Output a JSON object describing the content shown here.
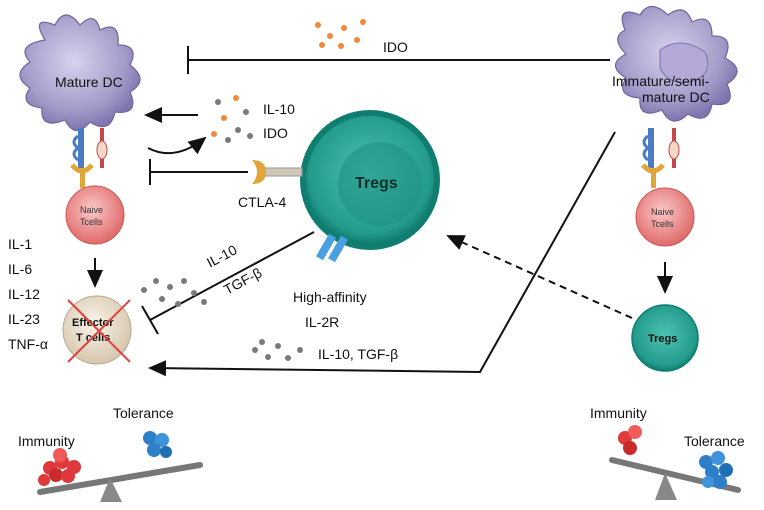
{
  "labels": {
    "mature_dc": "Mature DC",
    "immature_dc_line1": "Immature/semi-",
    "immature_dc_line2": "mature DC",
    "naive_left_1": "Naive",
    "naive_left_2": "Tcells",
    "naive_right_1": "Naive",
    "naive_right_2": "Tcells",
    "tregs_big": "Tregs",
    "tregs_small": "Tregs",
    "effector_1": "Effector",
    "effector_2": "T cells",
    "ido_top": "IDO",
    "il10_upper": "IL-10",
    "ido_upper": "IDO",
    "ctla4": "CTLA-4",
    "il10_mid": "IL-10",
    "tgfb_mid": "TGF-β",
    "high_affinity": "High-affinity",
    "il2r": "IL-2R",
    "il10_tgfb_bottom": "IL-10, TGF-β",
    "cytokines": [
      "IL-1",
      "IL-6",
      "IL-12",
      "IL-23",
      "TNF-α"
    ],
    "immunity_left": "Immunity",
    "tolerance_left": "Tolerance",
    "immunity_right": "Immunity",
    "tolerance_right": "Tolerance"
  },
  "colors": {
    "dc": "#a59bc9",
    "dc_dark": "#7f74ad",
    "treg": "#2aa99a",
    "treg_dark": "#0f7d70",
    "naive": "#f08a8a",
    "effector": "#efe3d3",
    "orange_dot": "#f0883a",
    "gray_dot": "#7a7a7a",
    "red_ball": "#e0393b",
    "blue_ball": "#2d7fc8"
  }
}
